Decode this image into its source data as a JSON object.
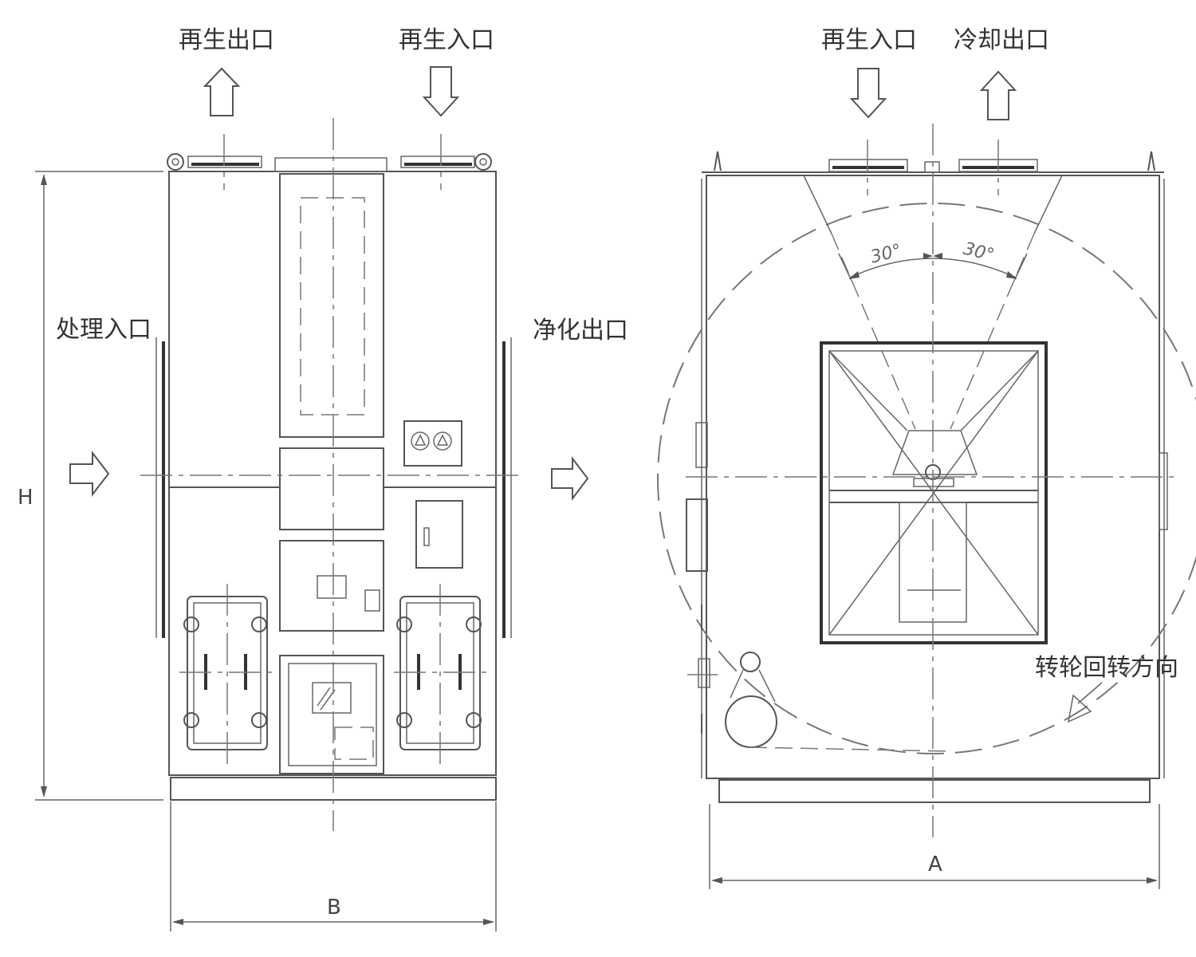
{
  "left_view": {
    "labels": {
      "regen_outlet": "再生出口",
      "regen_inlet": "再生入口",
      "process_inlet": "处理入口",
      "clean_outlet": "净化出口"
    },
    "dimensions": {
      "height": "H",
      "width": "B"
    }
  },
  "right_view": {
    "labels": {
      "regen_inlet": "再生入口",
      "cooling_outlet": "冷却出口",
      "rotation_direction": "转轮回转方向"
    },
    "angles": {
      "left": "30°",
      "right": "30°"
    },
    "dimensions": {
      "width": "A"
    }
  }
}
